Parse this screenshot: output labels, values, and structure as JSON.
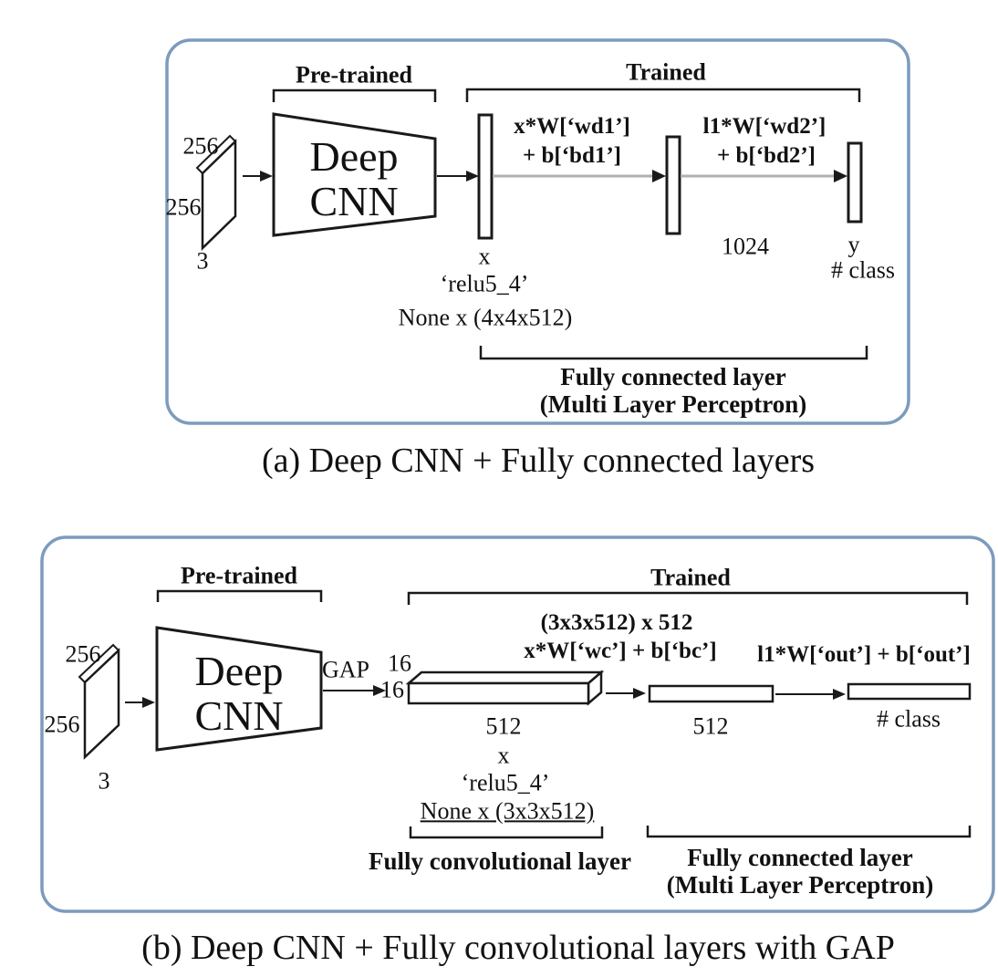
{
  "colors": {
    "border_blue": "#7d9bbd",
    "ink": "#1a1a1a",
    "arrow_gray": "#b0b0b0"
  },
  "panel_a": {
    "pretrained_label": "Pre-trained",
    "trained_label": "Trained",
    "input": {
      "dim_top": "256",
      "dim_left": "256",
      "dim_depth": "3"
    },
    "cnn_line1": "Deep",
    "cnn_line2": "CNN",
    "fc1_formula_line1": "x*W[‘wd1’]",
    "fc1_formula_line2": "+ b[‘bd1’]",
    "fc2_formula_line1": "l1*W[‘wd2’]",
    "fc2_formula_line2": "+ b[‘bd2’]",
    "x_label": "x",
    "x_layer_name": "‘relu5_4’",
    "x_shape": "None x (4x4x512)",
    "hidden_label": "1024",
    "out_label": "y",
    "out_sublabel": "# class",
    "fc_bracket_line1": "Fully connected layer",
    "fc_bracket_line2": "(Multi Layer Perceptron)",
    "caption": "(a) Deep CNN + Fully connected layers"
  },
  "panel_b": {
    "pretrained_label": "Pre-trained",
    "trained_label": "Trained",
    "input": {
      "dim_top": "256",
      "dim_left": "256",
      "dim_depth": "3"
    },
    "cnn_line1": "Deep",
    "cnn_line2": "CNN",
    "gap_label": "GAP",
    "featuremap_dim_top": "16",
    "featuremap_dim_left": "16",
    "featuremap_depth": "512",
    "featuremap_x": "x",
    "featuremap_layer_name": "‘relu5_4’",
    "featuremap_shape": "None x (3x3x512)",
    "conv_formula_line1": "(3x3x512) x 512",
    "conv_formula_line2": "x*W[‘wc’] + b[‘bc’]",
    "out_formula": "l1*W[‘out’] + b[‘out’]",
    "fc1_label": "512",
    "out_sublabel": "# class",
    "fconv_bracket_label": "Fully convolutional layer",
    "fc_bracket_line1": "Fully connected layer",
    "fc_bracket_line2": "(Multi Layer Perceptron)",
    "caption": "(b) Deep CNN + Fully convolutional layers with GAP"
  }
}
